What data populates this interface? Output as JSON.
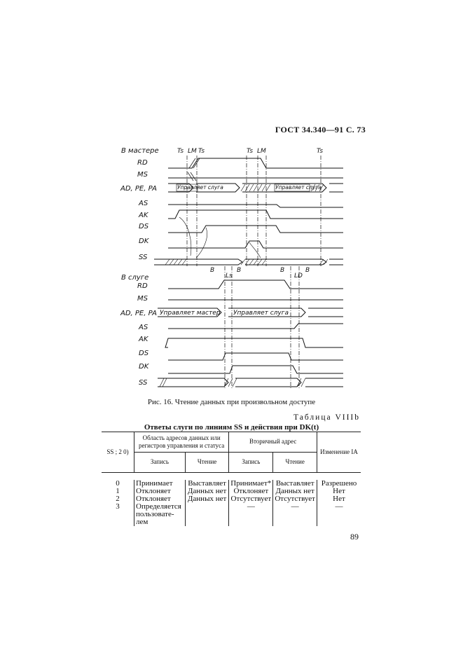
{
  "header": "ГОСТ 34.340—91 С. 73",
  "diagram": {
    "master_title": "В мастере",
    "slave_title": "В слуге",
    "master_signals": [
      "RD",
      "MS",
      "AD, PE, PA",
      "AS",
      "AK",
      "DS",
      "DK",
      "SS"
    ],
    "slave_signals": [
      "RD",
      "MS",
      "AD, PE, PA",
      "AS",
      "AK",
      "DS",
      "DK",
      "SS"
    ],
    "timing_marks": [
      "Ts",
      "LM",
      "Ts",
      "Ts",
      "LM",
      "Ts",
      "B",
      "B",
      "B",
      "B",
      "Ls",
      "LD"
    ],
    "bus_labels": [
      "Управляет слуга",
      "Управляет слуга",
      "Управляет мастер",
      "Управляет слуга"
    ]
  },
  "caption": "Рис. 16. Чтение данных при произвольном доступе",
  "table_number": "Таблица VIIIb",
  "table_title": "Ответы слуги по линиям SS и действия при DK(t)",
  "table": {
    "col_ss": "SS ; 2  0)",
    "group1": "Область адресов данных или регистров управления и статуса",
    "group2": "Вторичный адрес",
    "col_ia": "Изменение IA",
    "sub_write": "Запись",
    "sub_read": "Чтение",
    "sub_write2": "Запись",
    "sub_read2": "Чтение",
    "ss_values": "0\n1\n2\n3",
    "write1": "Принимает\nОтклоняет\nОтклоняет\nОпределяется\nпользовате-\nлем",
    "read1": "Выставляет\nДанных нет\nДанных нет",
    "write2": "Принимает*\nОтклоняет\nОтсутствует\n—",
    "read2": "Выставляет\nДанных нет\nОтсутствует\n—",
    "ia": "Разрешено\nНет\nНет\n—"
  },
  "page_number": "89"
}
